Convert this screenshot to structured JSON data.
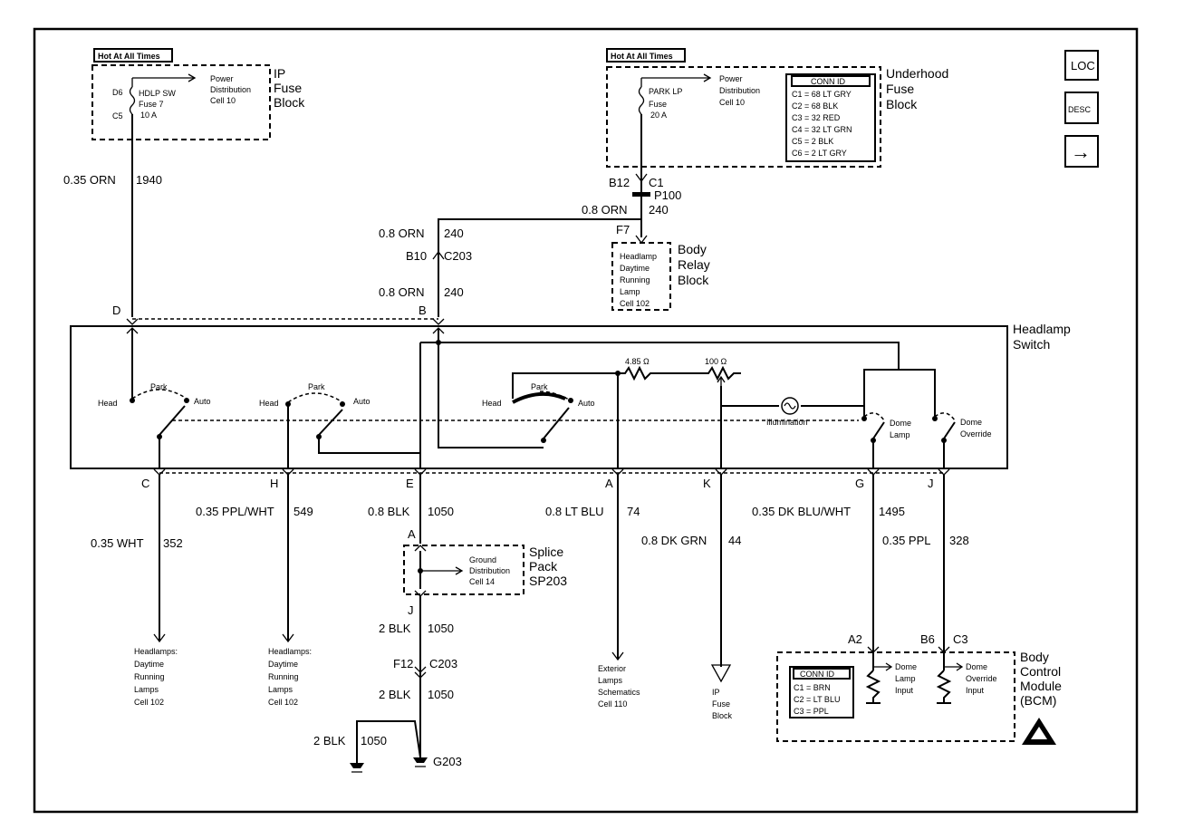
{
  "fuse_block_left": {
    "hot_label": "Hot At All Times",
    "pin_top": "D6",
    "pin_bottom": "C5",
    "fuse_name": "HDLP SW",
    "fuse_number": "Fuse 7",
    "fuse_rating": "10 A",
    "power_ref_1": "Power",
    "power_ref_2": "Distribution",
    "power_ref_3": "Cell 10",
    "name_1": "IP",
    "name_2": "Fuse",
    "name_3": "Block"
  },
  "fuse_block_right": {
    "hot_label": "Hot At All Times",
    "fuse_name": "PARK LP",
    "fuse_number": "Fuse",
    "fuse_rating": "20 A",
    "power_ref_1": "Power",
    "power_ref_2": "Distribution",
    "power_ref_3": "Cell 10",
    "name_1": "Underhood",
    "name_2": "Fuse",
    "name_3": "Block",
    "conn_title": "CONN ID",
    "conn_rows": [
      "C1 = 68 LT GRY",
      "C2 = 68 BLK",
      "C3 = 32 RED",
      "C4 = 32 LT GRN",
      "C5 = 2 BLK",
      "C6 = 2 LT GRY"
    ]
  },
  "nav": {
    "loc": "LOC",
    "desc": "DESC",
    "next": "→"
  },
  "wires_top": {
    "w1940_size": "0.35 ORN",
    "w1940_num": "1940",
    "b12": "B12",
    "c1": "C1",
    "p100": "P100",
    "w240a_size": "0.8 ORN",
    "w240a_num": "240",
    "f7": "F7",
    "w240b_size": "0.8 ORN",
    "w240b_num": "240",
    "b10": "B10",
    "c203": "C203",
    "w240c_size": "0.8 ORN",
    "w240c_num": "240",
    "pin_d": "D",
    "pin_b": "B"
  },
  "relay_block": {
    "l1": "Headlamp",
    "l2": "Daytime",
    "l3": "Running",
    "l4": "Lamp",
    "l5": "Cell 102",
    "name_1": "Body",
    "name_2": "Relay",
    "name_3": "Block"
  },
  "switch": {
    "name_1": "Headlamp",
    "name_2": "Switch",
    "head": "Head",
    "park": "Park",
    "auto": "Auto",
    "r1": "4.85 Ω",
    "r2": "100 Ω",
    "illumination": "Illumination",
    "dome_lamp_1": "Dome",
    "dome_lamp_2": "Lamp",
    "dome_ovr_1": "Dome",
    "dome_ovr_2": "Override"
  },
  "pins_bottom": [
    "C",
    "H",
    "E",
    "A",
    "K",
    "G",
    "J"
  ],
  "wires_bottom": {
    "c_size": "0.35 WHT",
    "c_num": "352",
    "h_size": "0.35 PPL/WHT",
    "h_num": "549",
    "e_size": "0.8 BLK",
    "e_num": "1050",
    "a_size": "0.8 LT BLU",
    "a_num": "74",
    "k_size": "0.8 DK GRN",
    "k_num": "44",
    "g_size": "0.35 DK BLU/WHT",
    "g_num": "1495",
    "j_size": "0.35 PPL",
    "j_num": "328"
  },
  "splice": {
    "pin_a": "A",
    "pin_j": "J",
    "gd_1": "Ground",
    "gd_2": "Distribution",
    "gd_3": "Cell 14",
    "name_1": "Splice",
    "name_2": "Pack",
    "name_3": "SP203",
    "w1_size": "2 BLK",
    "w1_num": "1050",
    "f12": "F12",
    "c203": "C203",
    "w2_size": "2 BLK",
    "w2_num": "1050",
    "w3_size": "2 BLK",
    "w3_num": "1050",
    "ground": "G203"
  },
  "destinations": {
    "c_1": "Headlamps:",
    "c_2": "Daytime",
    "c_3": "Running",
    "c_4": "Lamps",
    "c_5": "Cell 102",
    "h_1": "Headlamps:",
    "h_2": "Daytime",
    "h_3": "Running",
    "h_4": "Lamps",
    "h_5": "Cell 102",
    "a_1": "Exterior",
    "a_2": "Lamps",
    "a_3": "Schematics",
    "a_4": "Cell 110",
    "k_1": "IP",
    "k_2": "Fuse",
    "k_3": "Block"
  },
  "bcm": {
    "a2": "A2",
    "b6": "B6",
    "c3": "C3",
    "conn_title": "CONN ID",
    "conn_rows": [
      "C1 = BRN",
      "C2 = LT BLU",
      "C3 = PPL"
    ],
    "dl_1": "Dome",
    "dl_2": "Lamp",
    "dl_3": "Input",
    "do_1": "Dome",
    "do_2": "Override",
    "do_3": "Input",
    "name_1": "Body",
    "name_2": "Control",
    "name_3": "Module",
    "name_4": "(BCM)"
  }
}
